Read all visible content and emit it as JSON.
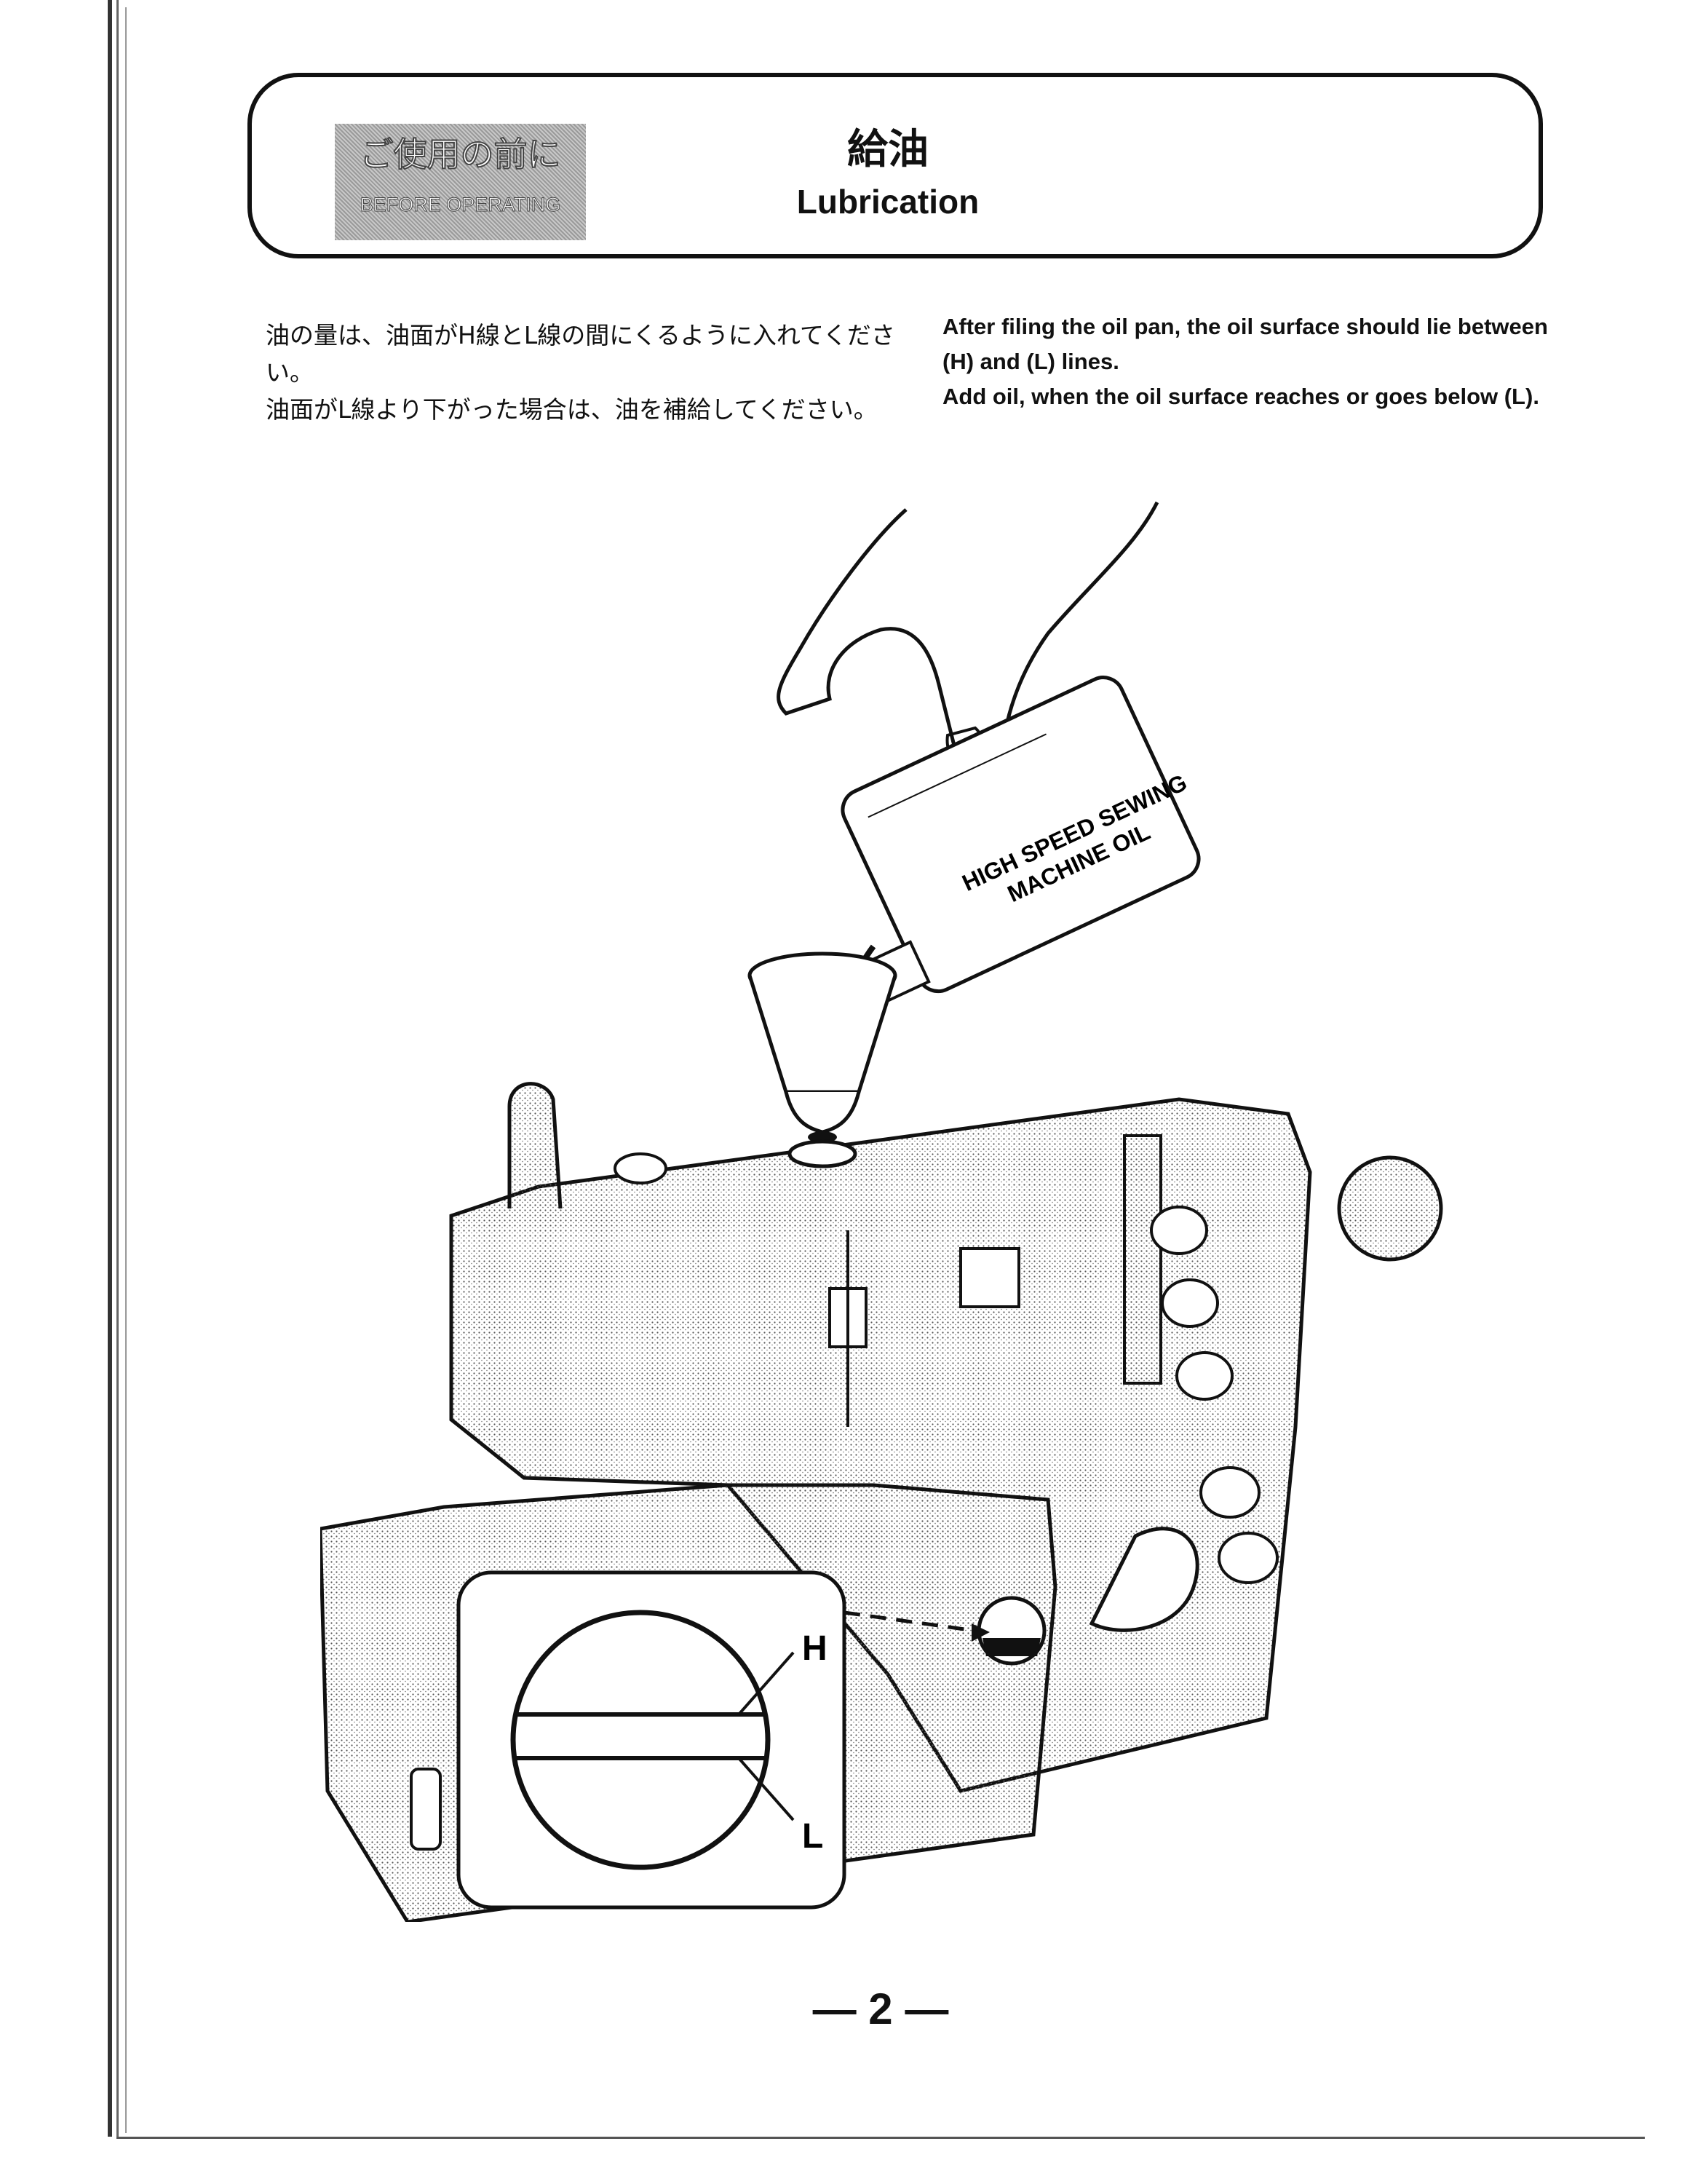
{
  "header": {
    "badge_jp": "ご使用の前に",
    "badge_en": "BEFORE OPERATING",
    "title_jp": "給油",
    "title_en": "Lubrication"
  },
  "body": {
    "jp_line1": "油の量は、油面がH線とL線の間にくるように入れてください。",
    "jp_line2": "油面がL線より下がった場合は、油を補給してください。",
    "en_line1": "After filing the oil pan, the oil surface should lie between (H) and (L) lines.",
    "en_line2": "Add oil, when the oil surface reaches or goes below (L)."
  },
  "figure": {
    "oil_label_line1": "HIGH SPEED SEWING",
    "oil_label_line2": "MACHINE OIL",
    "gauge_high": "H",
    "gauge_low": "L"
  },
  "footer": {
    "page_number": "— 2 —"
  }
}
